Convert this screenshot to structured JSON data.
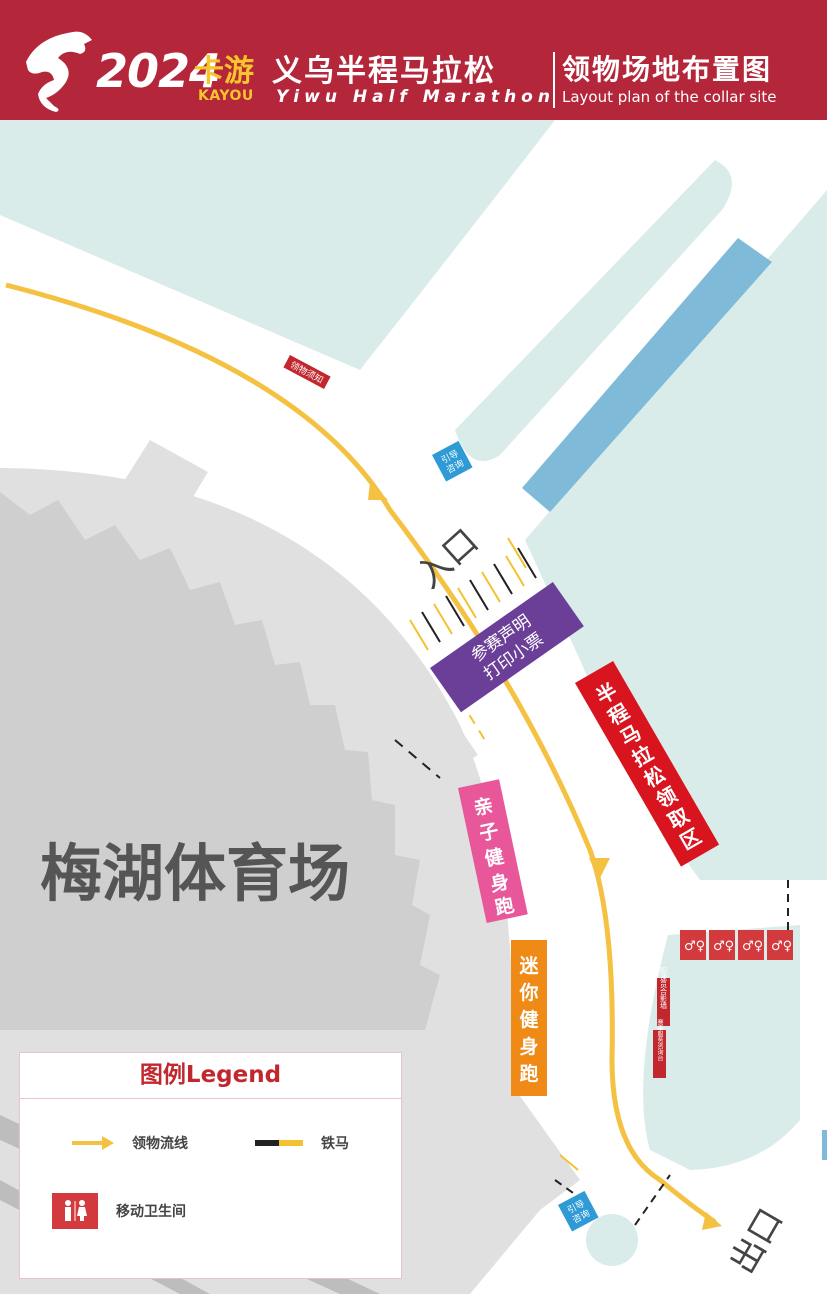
{
  "header": {
    "year": "2024",
    "brand_cn": "卡游",
    "brand_en": "KAYOU",
    "event_cn": "义乌半程马拉松",
    "event_en": "Yiwu Half Marathon",
    "title_cn": "领物场地布置图",
    "title_en": "Layout plan of the collar site"
  },
  "map": {
    "stadium_label": "梅湖体育场",
    "entrance_label": "入口",
    "exit_label": "出口",
    "notice_sign": "领物须知",
    "guide_label_1": "引导咨询",
    "guide_label_2": "引导咨询",
    "sign_print": "参赛声明\n打印小票",
    "sign_half_marathon": "半程马拉松领取区",
    "sign_family_run": "亲子健身跑",
    "sign_mini_run": "迷你健身跑",
    "small_sign_1": "配速员合影墙",
    "small_sign_2": "赛事服务咨询台",
    "colors": {
      "header_red": "#b4273b",
      "route_yellow": "#f5c142",
      "water": "#d9ecea",
      "building": "#7fbbd8",
      "purple": "#6b3f98",
      "red": "#d8141f",
      "pink": "#e8579a",
      "orange": "#ee8a15"
    }
  },
  "legend": {
    "title": "图例Legend",
    "route_label": "领物流线",
    "barrier_label": "铁马",
    "toilet_label": "移动卫生间"
  },
  "icons": [
    "horse-logo-icon",
    "toilet-icon",
    "route-arrow-icon",
    "barrier-icon"
  ]
}
